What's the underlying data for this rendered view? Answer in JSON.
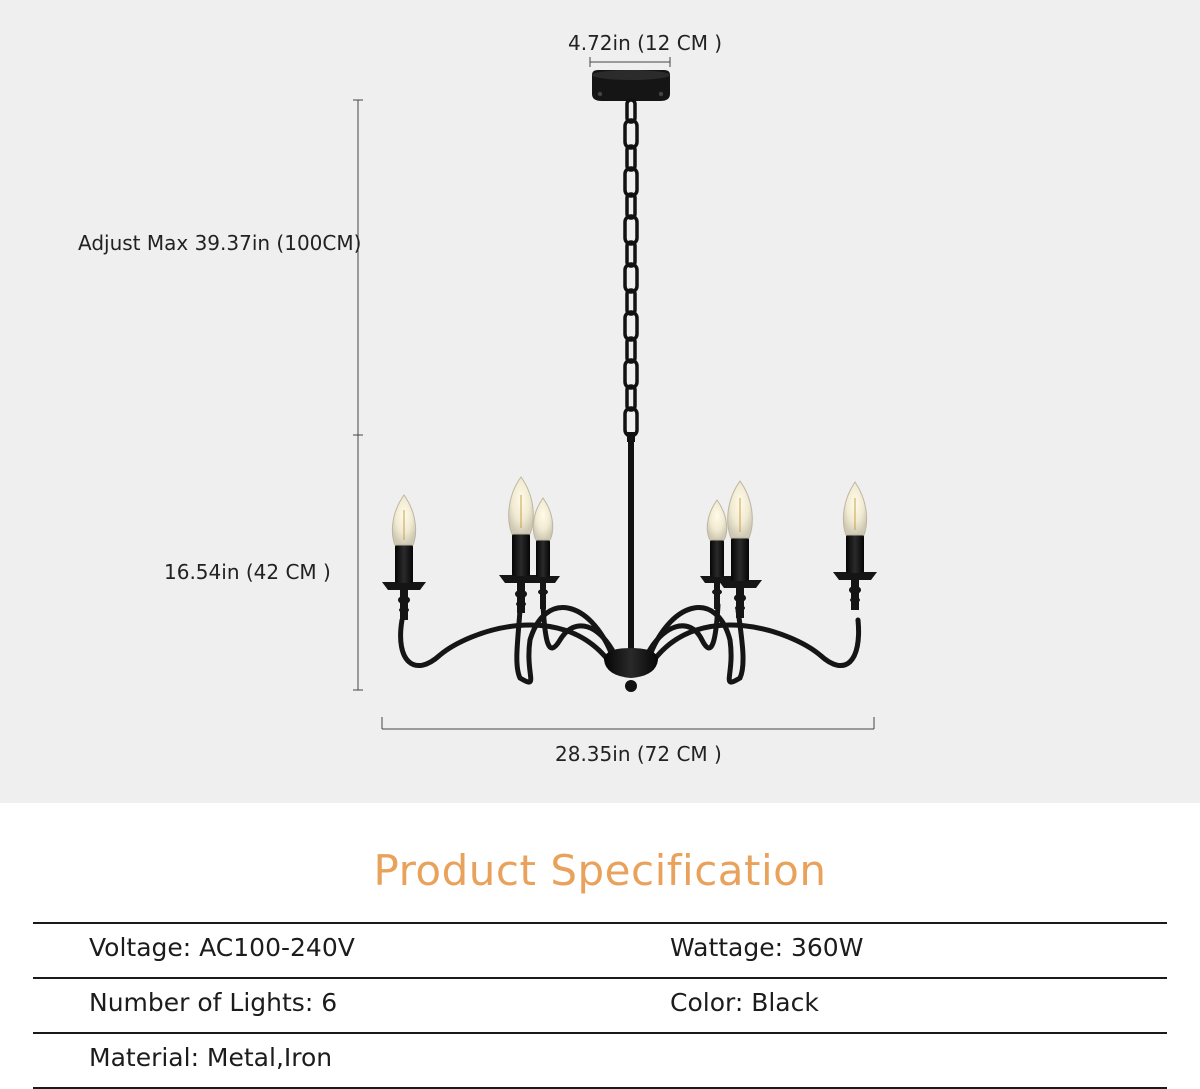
{
  "dimensions": {
    "ceiling_plate_width": "4.72in (12 CM )",
    "chain_adjust": "Adjust Max 39.37in (100CM)",
    "body_height": "16.54in (42 CM )",
    "body_width": "28.35in (72 CM )"
  },
  "product": {
    "image_icon": "chandelier-icon",
    "finish_color": "#1a1a1a",
    "lights": 6
  },
  "spec": {
    "title": "Product Specification",
    "title_color": "#e9a25c",
    "rows": [
      [
        "Voltage: AC100-240V",
        "Wattage: 360W"
      ],
      [
        "Number of Lights: 6",
        "Color: Black"
      ],
      [
        "Material: Metal,Iron",
        ""
      ]
    ]
  }
}
